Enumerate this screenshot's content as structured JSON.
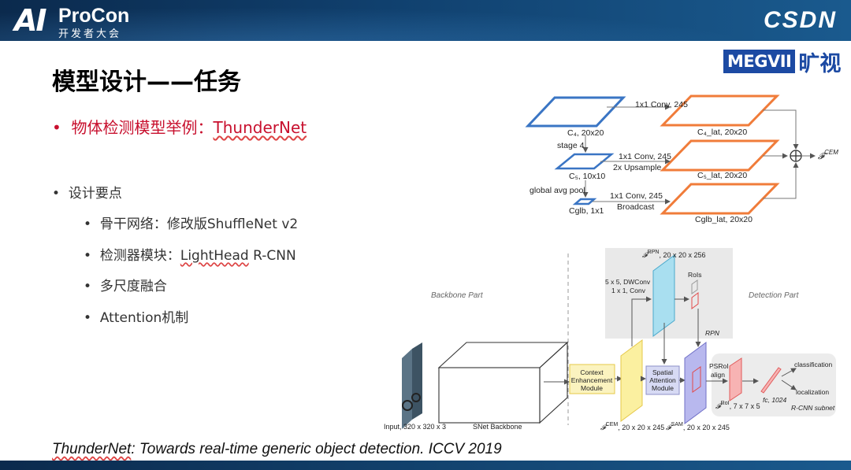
{
  "header": {
    "logo_ai": "AI",
    "logo_procon": "ProCon",
    "logo_sub": "开发者大会",
    "csdn": "CSDN"
  },
  "brand": {
    "megvii": "MEGVII",
    "megvii_cn": "旷视"
  },
  "slide": {
    "title": "模型设计——任务",
    "bullet1_prefix": "物体检测模型举例：",
    "bullet1_link": "ThunderNet",
    "bullet2": "设计要点",
    "sub_items": [
      {
        "prefix": "骨干网络：修改版ShuffleNet v2",
        "link": ""
      },
      {
        "prefix": "检测器模块：",
        "link": "LightHead",
        "suffix": " R-CNN"
      },
      {
        "prefix": "多尺度融合",
        "link": ""
      },
      {
        "prefix": "Attention机制",
        "link": ""
      }
    ],
    "reference_link": "ThunderNet",
    "reference_rest": ": Towards real-time generic object detection. ICCV 2019"
  },
  "diagram1": {
    "c4": "C₄, 20x20",
    "c5": "C₅, 10x10",
    "cglb": "Cglb, 1x1",
    "stage4": "stage 4",
    "gap": "global avg pool",
    "conv1": "1x1 Conv, 245",
    "conv2": "1x1 Conv, 245",
    "upsample": "2x Upsample",
    "conv3": "1x1 Conv, 245",
    "broadcast": "Broadcast",
    "c4lat": "C₄_lat, 20x20",
    "c5lat": "C₅_lat, 20x20",
    "cglblat": "Cglb_lat, 20x20",
    "fcem": "𝓕",
    "fcem_sup": "CEM",
    "colors": {
      "blue": "#3a75c4",
      "orange": "#f07c3a"
    }
  },
  "diagram2": {
    "backbone_part": "Backbone Part",
    "detection_part": "Detection Part",
    "input": "Input, 320 x 320 x 3",
    "snet": "SNet Backbone",
    "cem_l1": "Context",
    "cem_l2": "Enhancement",
    "cem_l3": "Module",
    "sam_l1": "Spatial",
    "sam_l2": "Attention",
    "sam_l3": "Module",
    "frpn": "𝓕",
    "frpn_sup": "RPN",
    "frpn_dims": ", 20 x 20 x 256",
    "dwconv": "5 x 5, DWConv",
    "conv11": "1 x 1, Conv",
    "rois": "RoIs",
    "rpn": "RPN",
    "psroi": "PSRoI",
    "align": "align",
    "classification": "classification",
    "localization": "localization",
    "fc": "fc, 1024",
    "subnet": "R-CNN subnet",
    "fcem_dims": ", 20 x 20 x 245",
    "fsam_dims": ", 20 x 20 x 245",
    "froi_dims": ", 7 x 7 x 5",
    "cem_sup": "CEM",
    "sam_sup": "SAM",
    "roi_sup": "RoI",
    "f": "𝓕"
  }
}
